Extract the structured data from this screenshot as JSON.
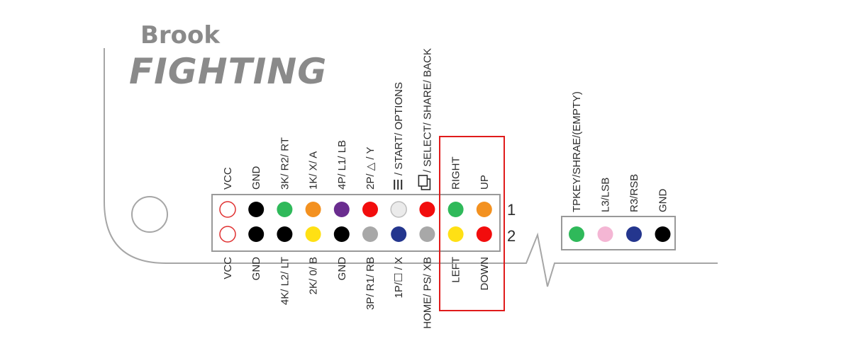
{
  "logo": {
    "line1": "Brook",
    "line2": "FIGHTING"
  },
  "main_header": {
    "rows": [
      "1",
      "2"
    ],
    "top_labels": [
      {
        "text": "VCC"
      },
      {
        "text": "GND"
      },
      {
        "text": "3K/ R2/ RT"
      },
      {
        "text": "1K/ X/ A"
      },
      {
        "text": "4P/ L1/ LB"
      },
      {
        "text": "2P/ △ / Y"
      },
      {
        "text": " / START/ OPTIONS",
        "icon": "menu-icon"
      },
      {
        "text": " / SELECT/ SHARE/ BACK",
        "icon": "windows-icon"
      },
      {
        "text": "RIGHT"
      },
      {
        "text": "UP"
      }
    ],
    "bottom_labels": [
      {
        "text": "VCC"
      },
      {
        "text": "GND"
      },
      {
        "text": "4K/ L2/ LT"
      },
      {
        "text": "2K/ 0/ B"
      },
      {
        "text": "GND"
      },
      {
        "text": "3P/ R1/ RB"
      },
      {
        "text": "1P/☐ / X"
      },
      {
        "text": "HOME/ PS/ XB"
      },
      {
        "text": "LEFT"
      },
      {
        "text": "DOWN"
      }
    ],
    "row1_pins": [
      {
        "color": "#ffffff",
        "outline": "#e03030"
      },
      {
        "color": "#000000"
      },
      {
        "color": "#2fb95a"
      },
      {
        "color": "#f39120"
      },
      {
        "color": "#6a2d8f"
      },
      {
        "color": "#f20d0d"
      },
      {
        "color": "#ebebeb",
        "outline": "#bdbdbd"
      },
      {
        "color": "#f20d0d"
      },
      {
        "color": "#2fb95a"
      },
      {
        "color": "#f39120"
      }
    ],
    "row2_pins": [
      {
        "color": "#ffffff",
        "outline": "#e03030"
      },
      {
        "color": "#000000"
      },
      {
        "color": "#000000"
      },
      {
        "color": "#ffe014"
      },
      {
        "color": "#000000"
      },
      {
        "color": "#a8a8a8"
      },
      {
        "color": "#24368e"
      },
      {
        "color": "#a8a8a8"
      },
      {
        "color": "#ffe014"
      },
      {
        "color": "#f20d0d"
      }
    ]
  },
  "aux_header": {
    "labels": [
      "TPKEY/SHRAE/(EMPTY)",
      "L3/LSB",
      "R3/RSB",
      "GND"
    ],
    "pins": [
      {
        "color": "#2fb95a"
      },
      {
        "color": "#f4b6d4"
      },
      {
        "color": "#24368e"
      },
      {
        "color": "#000000"
      }
    ]
  },
  "colors": {
    "board_outline": "#a6a6a6",
    "header_border": "#999999",
    "highlight": "#e01b1b"
  }
}
